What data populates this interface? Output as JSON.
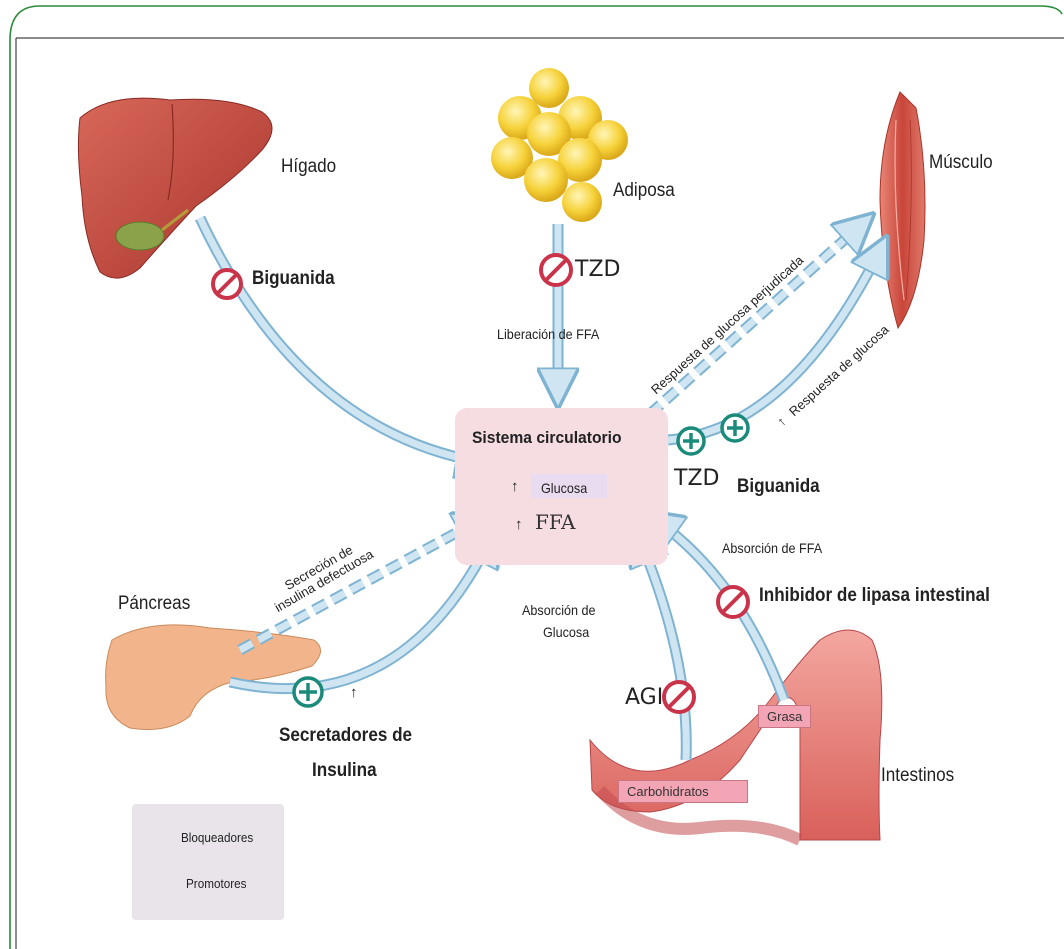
{
  "organs": {
    "liver": "Hígado",
    "adipose": "Adiposa",
    "muscle": "Músculo",
    "pancreas": "Páncreas",
    "intestines": "Intestinos"
  },
  "center": {
    "title": "Sistema circulatorio",
    "glucose_arrow": "↑",
    "glucose": "Glucosa",
    "ffa_arrow": "↑",
    "ffa": "FFA"
  },
  "drugs": {
    "biguanida_liver": "Biguanida",
    "tzd_adipose": "TZD",
    "tzd_muscle": "TZD",
    "biguanida_muscle": "Biguanida",
    "secretadores_line1": "Secretadores de",
    "secretadores_line2": "Insulina",
    "lipase_inhibitor": "Inhibidor de lipasa intestinal",
    "agi": "AGI"
  },
  "flows": {
    "ffa_release": "Liberación de FFA",
    "impaired_response": "Respuesta de glucosa perjudicada",
    "glucose_response": "Respuesta de glucosa",
    "glucose_response_arrow": "↑",
    "insulin_secretion_line1": "Secreción de",
    "insulin_secretion_line2": "insulina defectuosa",
    "ffa_absorption": "Absorción de FFA",
    "glucose_absorption_line1": "Absorción de",
    "glucose_absorption_line2": "Glucosa",
    "secretion_up_arrow": "↑"
  },
  "chips": {
    "fat": "Grasa",
    "carbs": "Carbohidratos"
  },
  "legend": {
    "blockers": "Bloqueadores",
    "promoters": "Promotores"
  },
  "colors": {
    "blocker": "#c9344a",
    "promoter": "#1a8a7a",
    "arrow_fill": "#cfe6f2",
    "arrow_stroke": "#7eb3d2",
    "frame": "#2a8a3a"
  }
}
